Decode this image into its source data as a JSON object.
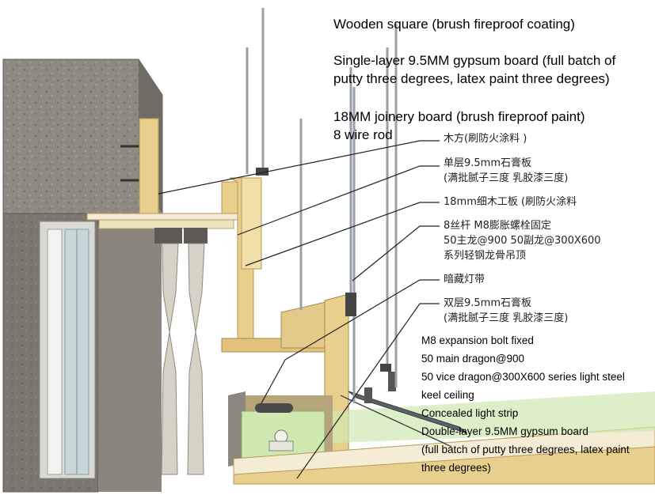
{
  "english_top": [
    "Wooden square (brush fireproof coating)",
    "Single-layer 9.5MM gypsum board (full batch of",
    "putty three degrees, latex paint three degrees)",
    "18MM joinery board (brush fireproof paint)",
    "8 wire rod"
  ],
  "chinese_labels": [
    "木方(刷防火涂料 )",
    "单层9.5mm石膏板",
    "(满批腻子三度 乳胶漆三度)",
    "18mm细木工板 (刷防火涂料",
    "8丝杆  M8膨胀螺栓固定",
    "50主龙@900  50副龙@300X600",
    "系列轻钢龙骨吊顶",
    "暗藏灯带",
    "双层9.5mm石膏板",
    "(满批腻子三度 乳胶漆三度)"
  ],
  "english_bottom": [
    "M8 expansion bolt fixed",
    "50 main dragon@900",
    "50 vice dragon@300X600 series light steel",
    "keel ceiling",
    "Concealed light strip",
    "Double-layer 9.5MM gypsum board",
    "(full batch of putty three degrees, latex paint",
    "three degrees)"
  ],
  "colors": {
    "concrete": "#8e8a82",
    "concrete_dark": "#6d6a63",
    "wood": "#e8cf8e",
    "wood_edge": "#b99a52",
    "board": "#f4ecd4",
    "steel": "#9aa0a8",
    "light_green": "#cfe8b0"
  }
}
